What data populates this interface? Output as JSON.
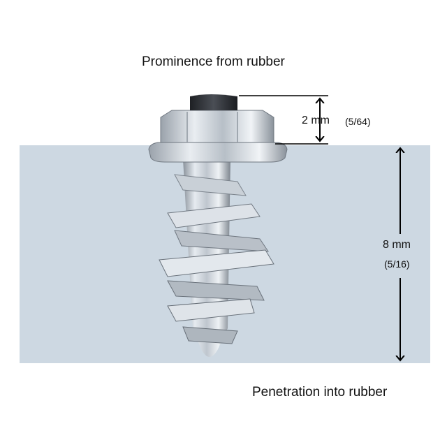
{
  "captions": {
    "top": "Prominence from rubber",
    "bottom": "Penetration into rubber"
  },
  "prominence": {
    "metric": "2 mm",
    "imperial": "(5/64)"
  },
  "penetration": {
    "metric": "8 mm",
    "imperial": "(5/16)"
  },
  "colors": {
    "rubber": "#cdd8e2",
    "metal_light": "#dfe4ea",
    "metal_mid": "#a9b1ba",
    "metal_dark": "#5f6670",
    "tip": "#2e3035",
    "arrow": "#000000"
  },
  "icons": {
    "stud": "ice-stud-screw-icon"
  }
}
